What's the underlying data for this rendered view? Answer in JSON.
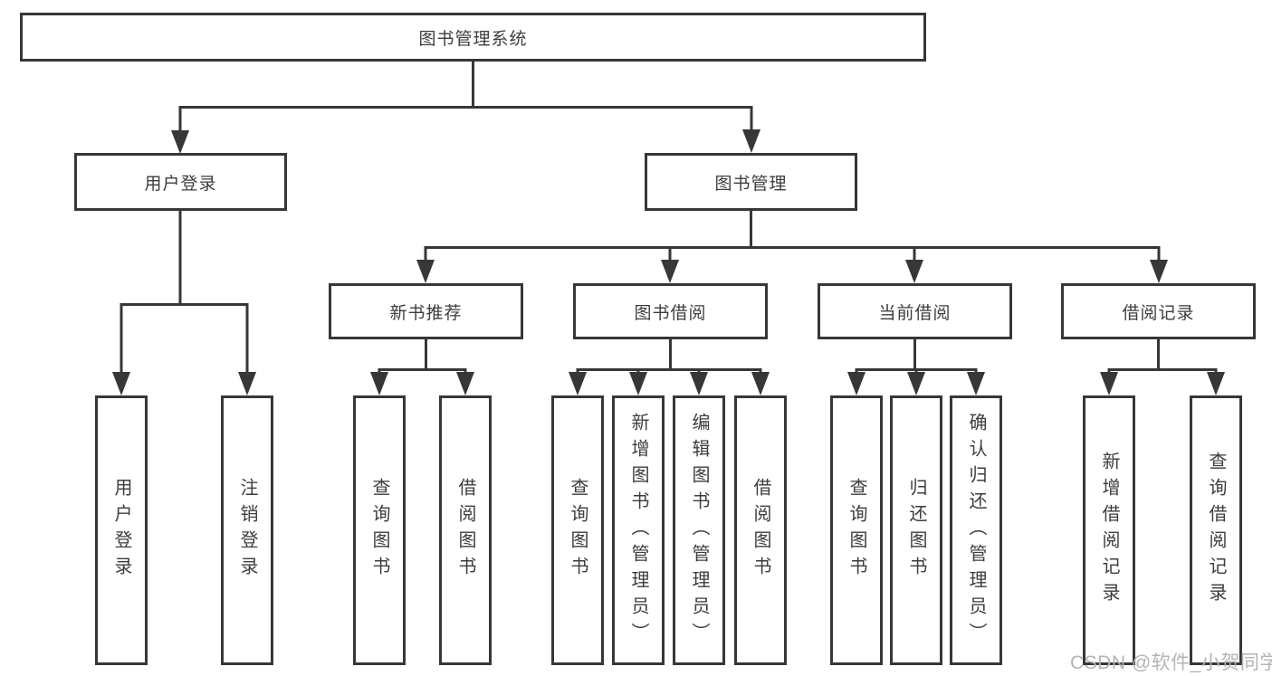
{
  "diagram": {
    "root": {
      "label": "图书管理系统"
    },
    "level2": {
      "user_login": {
        "label": "用户登录"
      },
      "book_management": {
        "label": "图书管理"
      }
    },
    "level3": {
      "new_books": {
        "label": "新书推荐"
      },
      "book_borrow": {
        "label": "图书借阅"
      },
      "current_borrow": {
        "label": "当前借阅"
      },
      "borrow_records": {
        "label": "借阅记录"
      }
    },
    "leaves": {
      "user_login_leaf": {
        "label": "用户登录"
      },
      "logout": {
        "label": "注销登录"
      },
      "nb_query": {
        "label": "查询图书"
      },
      "nb_borrow": {
        "label": "借阅图书"
      },
      "bb_query": {
        "label": "查询图书"
      },
      "bb_add": {
        "label": "新增图书（管理员）"
      },
      "bb_edit": {
        "label": "编辑图书（管理员）"
      },
      "bb_borrow": {
        "label": "借阅图书"
      },
      "cb_query": {
        "label": "查询图书"
      },
      "cb_return": {
        "label": "归还图书"
      },
      "cb_confirm": {
        "label": "确认归还（管理员）"
      },
      "br_add": {
        "label": "新增借阅记录"
      },
      "br_query": {
        "label": "查询借阅记录"
      }
    },
    "watermark": "CSDN @软件_小贺同学",
    "colors": {
      "line": "#373737",
      "text": "#3d3d3d",
      "watermark": "#b4b4b4"
    }
  }
}
